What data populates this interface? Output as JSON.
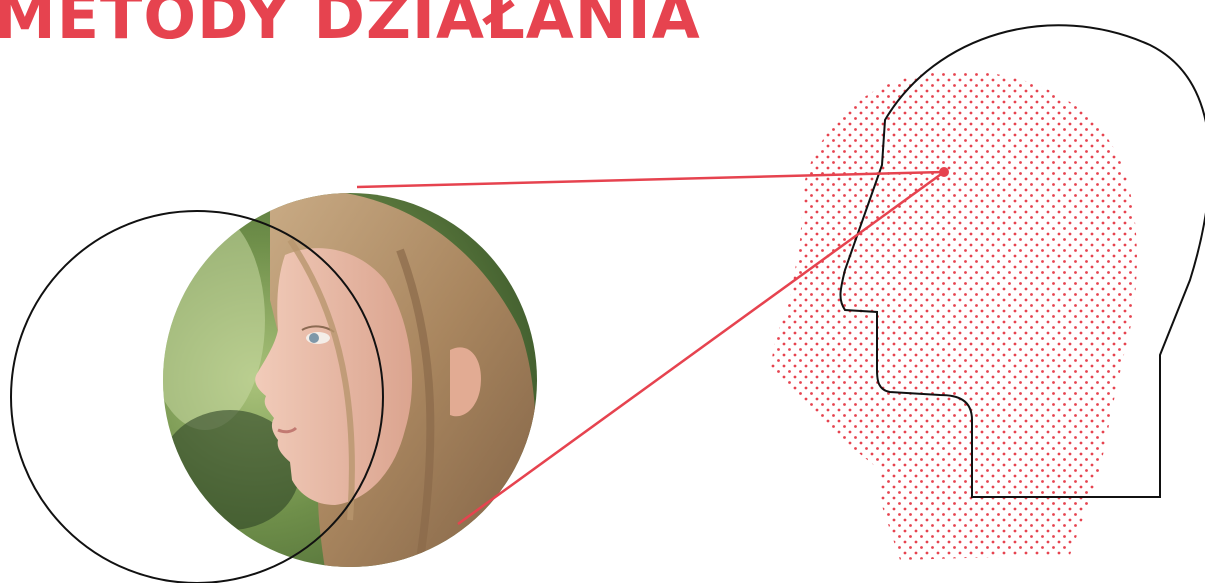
{
  "heading": {
    "text": "METODY DZIAŁANIA"
  },
  "colors": {
    "accent": "#e6434f",
    "outline": "#111111",
    "background": "#ffffff"
  },
  "illustration": {
    "photo_subject": "child-profile-photo",
    "head_shape": "human-head-silhouette",
    "pattern": "red-dot-halftone"
  }
}
